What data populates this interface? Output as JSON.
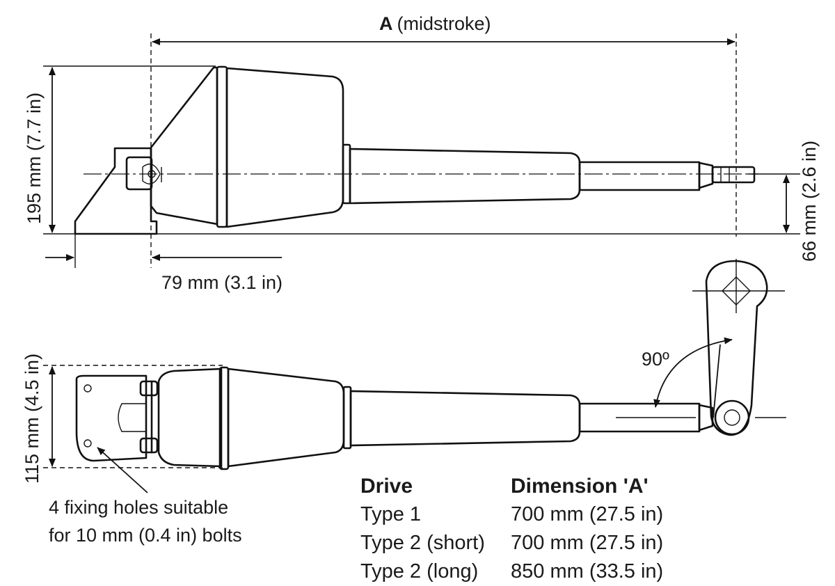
{
  "labels": {
    "a_letter": "A",
    "a_midstroke": "(midstroke)",
    "height_195": "195 mm (7.7 in)",
    "height_66": "66 mm (2.6 in)",
    "width_79": "79 mm (3.1 in)",
    "height_115": "115 mm (4.5 in)",
    "angle_90": "90º",
    "holes_line1": "4 fixing holes suitable",
    "holes_line2": "for 10 mm (0.4 in) bolts"
  },
  "table": {
    "headers": [
      "Drive",
      "Dimension 'A'"
    ],
    "rows": [
      [
        "Type 1",
        "700 mm (27.5 in)"
      ],
      [
        "Type 2 (short)",
        "700 mm (27.5 in)"
      ],
      [
        "Type 2 (long)",
        "850 mm (33.5 in)"
      ]
    ]
  }
}
